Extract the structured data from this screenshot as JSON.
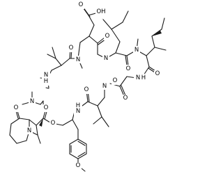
{
  "structure": {
    "atoms": [
      {
        "id": "o_acid_carbonyl",
        "label": "O"
      },
      {
        "id": "oh_acid",
        "label": "OH"
      },
      {
        "id": "o_ile_carbonyl",
        "label": "O"
      },
      {
        "id": "n_methyl_ile1",
        "label": "N"
      },
      {
        "id": "n_methyl_ile2",
        "label": "N"
      },
      {
        "id": "n_methyl_asp",
        "label": "N"
      },
      {
        "id": "o_ile2_carbonyl",
        "label": "O"
      },
      {
        "id": "o_val_carbonyl",
        "label": "O"
      },
      {
        "id": "nh_val",
        "label": "N",
        "h": "H"
      },
      {
        "id": "o_gly_carbonyl",
        "label": "O"
      },
      {
        "id": "nh_gly",
        "label": "N",
        "h": "H"
      },
      {
        "id": "o_ile1_carbonyl",
        "label": "O"
      },
      {
        "id": "o_pip_carbonyl",
        "label": "O"
      },
      {
        "id": "n_methyl_ala",
        "label": "N"
      },
      {
        "id": "o_ala_carbonyl",
        "label": "O"
      },
      {
        "id": "nh_tyr",
        "label": "N",
        "h": "H"
      },
      {
        "id": "o_val2_carbonyl",
        "label": "O"
      },
      {
        "id": "n_methyl_val2",
        "label": "N"
      },
      {
        "id": "n_pip",
        "label": "N"
      },
      {
        "id": "o_ester",
        "label": "O"
      },
      {
        "id": "o_thr",
        "label": "O"
      },
      {
        "id": "o_methoxy",
        "label": "O"
      }
    ]
  }
}
